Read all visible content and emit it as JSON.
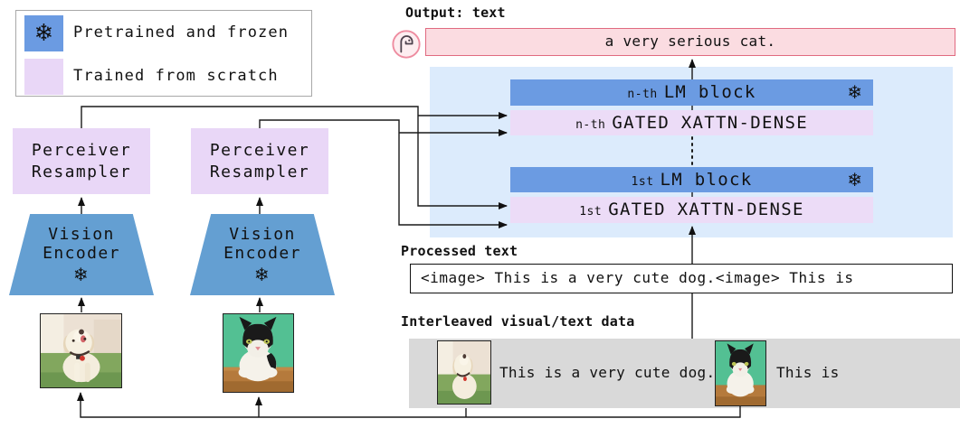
{
  "icons": {
    "snowflake": "❄"
  },
  "colors": {
    "frozen_blue": "#6b9be2",
    "encoder_blue": "#649fd2",
    "trained_purple": "#e9d7f7",
    "panel_blue": "#dcebfc",
    "output_pink_fill": "#fbdce1",
    "output_pink_border": "#e06a80",
    "data_gray": "#d9d9d9"
  },
  "legend": {
    "items": [
      {
        "label": "Pretrained and frozen"
      },
      {
        "label": "Trained from scratch"
      }
    ]
  },
  "vision_streams": [
    {
      "resampler_line1": "Perceiver",
      "resampler_line2": "Resampler",
      "encoder_line1": "Vision",
      "encoder_line2": "Encoder"
    },
    {
      "resampler_line1": "Perceiver",
      "resampler_line2": "Resampler",
      "encoder_line1": "Vision",
      "encoder_line2": "Encoder"
    }
  ],
  "output": {
    "label": "Output: text",
    "text": "a very serious cat."
  },
  "lm_stack": {
    "blocks": [
      {
        "prefix": "n-th",
        "lm_label": "LM block",
        "xattn_prefix": "n-th",
        "xattn_label": "GATED XATTN-DENSE"
      },
      {
        "prefix": "1st",
        "lm_label": "LM block",
        "xattn_prefix": "1st",
        "xattn_label": "GATED XATTN-DENSE"
      }
    ]
  },
  "processed": {
    "label": "Processed text",
    "text": "<image> This is a very cute dog.<image> This is"
  },
  "interleaved": {
    "label": "Interleaved visual/text data",
    "text1": "This is a very cute dog.",
    "text2": "This is"
  }
}
